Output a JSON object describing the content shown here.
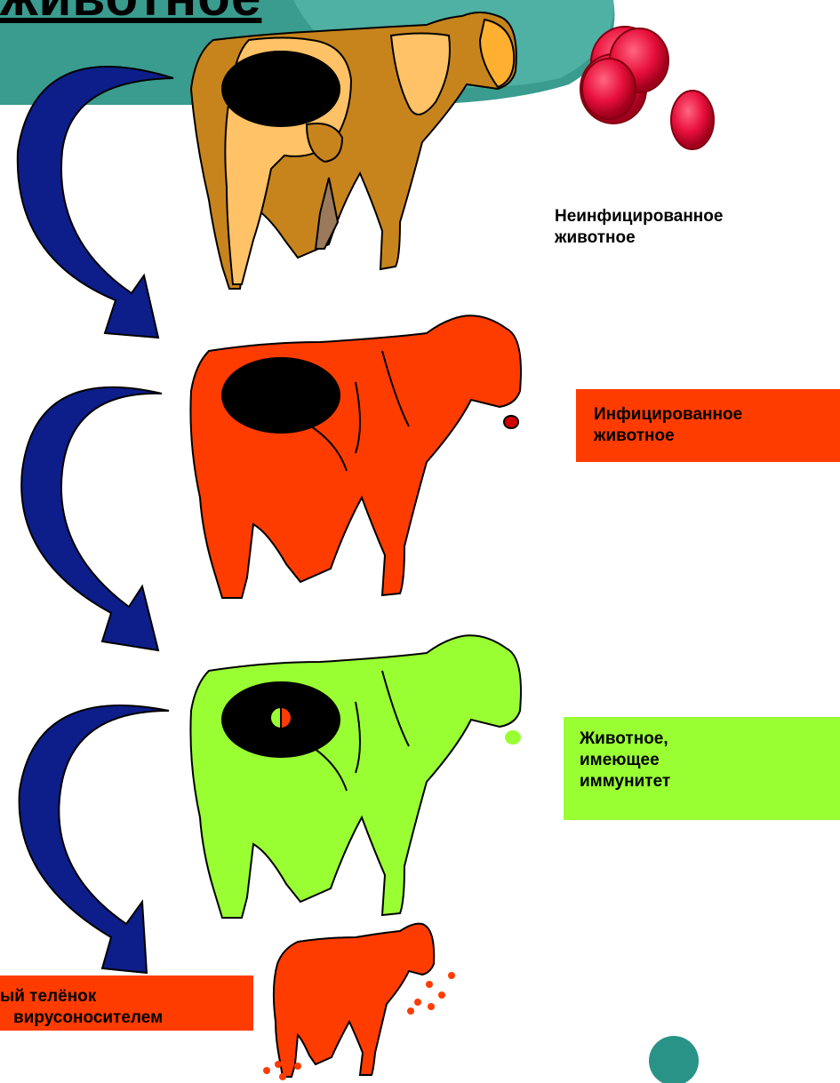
{
  "title": "животное",
  "stages": [
    {
      "label_line1": "Неинфицированное",
      "label_line2": "животное"
    },
    {
      "label_line1": "Инфицированное",
      "label_line2": "животное"
    },
    {
      "label_line1": "Животное,",
      "label_line2": "имеющее",
      "label_line3": "иммунитет"
    },
    {
      "label_line1": "ый телёнок",
      "label_line2": "вирусоносителем"
    }
  ],
  "colors": {
    "teal_band": "#3a9b8f",
    "teal_light": "#55b3a8",
    "arrow": "#0d1e8a",
    "cow_uninfected_body": "#c8841c",
    "cow_uninfected_patch": "#ffc266",
    "infected": "#ff3c00",
    "immune": "#99ff33",
    "virus_particle": "#e8103c",
    "fetus_oval": "#000000"
  }
}
